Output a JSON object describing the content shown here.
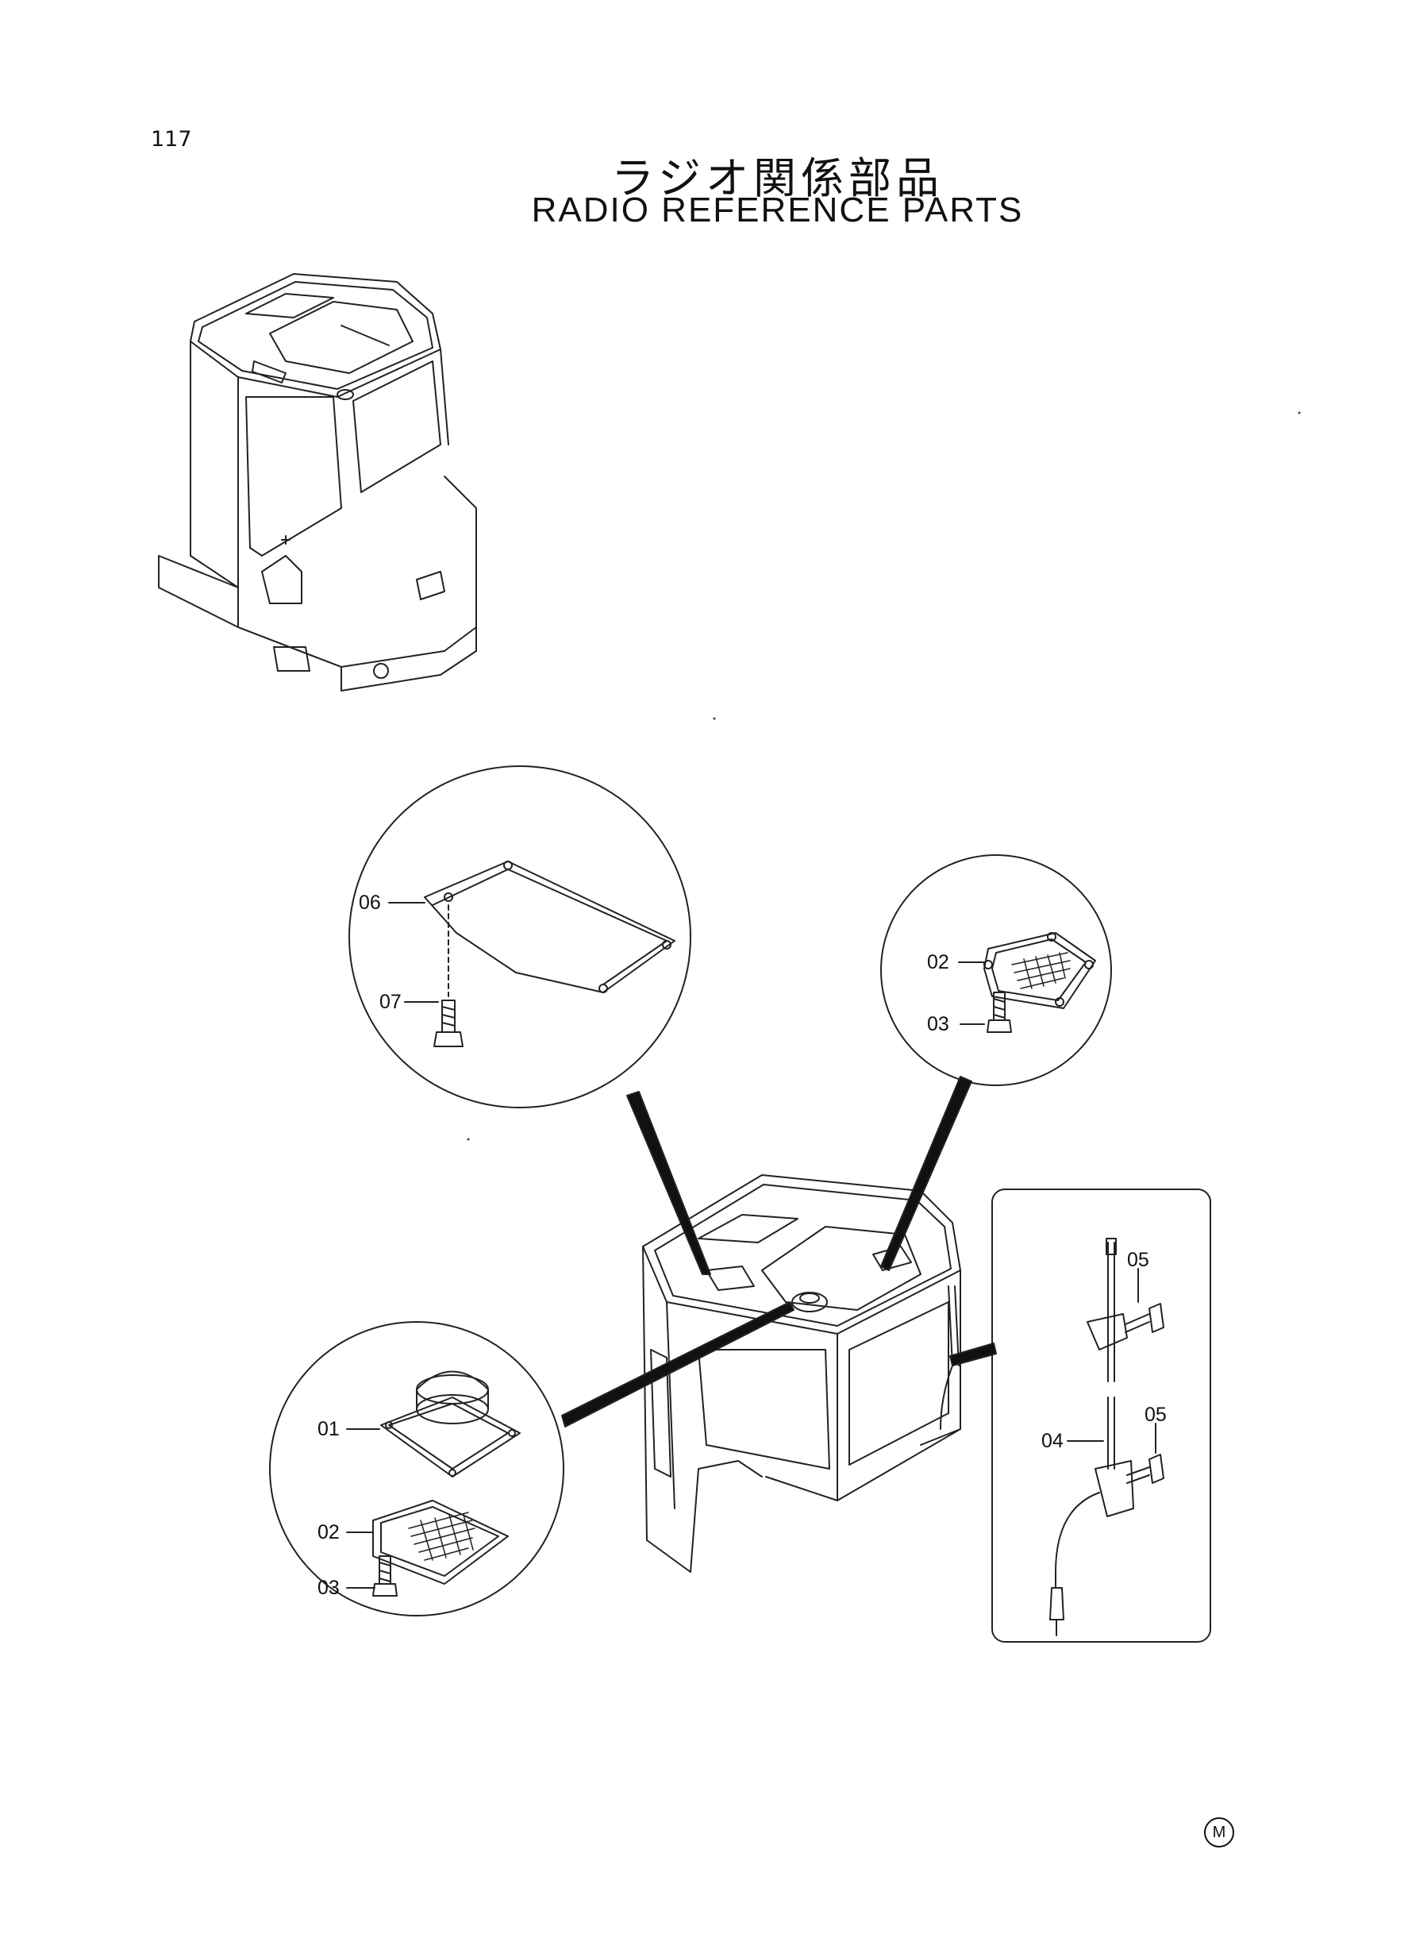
{
  "page": {
    "number": "117"
  },
  "title": {
    "japanese": "ラジオ関係部品",
    "english": "RADIO  REFERENCE  PARTS"
  },
  "callouts": {
    "c06": "06",
    "c07": "07",
    "c02a": "02",
    "c03a": "03",
    "c01": "01",
    "c02b": "02",
    "c03b": "03",
    "c05a": "05",
    "c04": "04",
    "c05b": "05"
  },
  "mark": "M"
}
